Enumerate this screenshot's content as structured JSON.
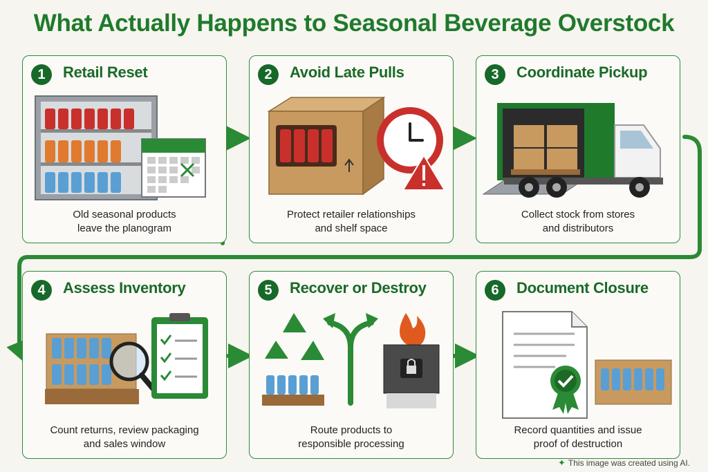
{
  "title": "What Actually Happens to Seasonal Beverage Overstock",
  "steps": [
    {
      "number": "1",
      "heading": "Retail Reset",
      "caption": "Old seasonal products\nleave the planogram"
    },
    {
      "number": "2",
      "heading": "Avoid Late Pulls",
      "caption": "Protect retailer relationships\nand shelf space"
    },
    {
      "number": "3",
      "heading": "Coordinate Pickup",
      "caption": "Collect stock from stores\nand distributors"
    },
    {
      "number": "4",
      "heading": "Assess Inventory",
      "caption": "Count returns, review packaging\nand sales window"
    },
    {
      "number": "5",
      "heading": "Recover or Destroy",
      "caption": "Route products to\nresponsible processing"
    },
    {
      "number": "6",
      "heading": "Document Closure",
      "caption": "Record quantities and issue\nproof of destruction"
    }
  ],
  "footer": "This image was created using AI.",
  "colors": {
    "accent": "#1f7a2c",
    "card_border": "#2d8a38",
    "red_can": "#c9302c",
    "orange_can": "#e07a2e",
    "blue_can": "#5a9fd4"
  }
}
